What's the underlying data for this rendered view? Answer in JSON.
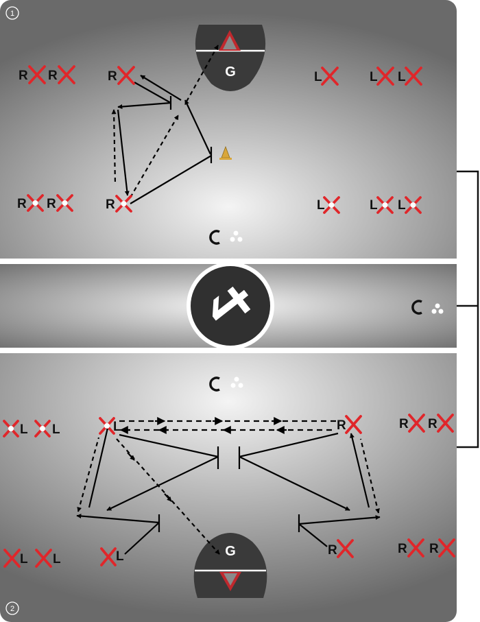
{
  "drill": {
    "panel1": {
      "number": "1",
      "goal_label": "G"
    },
    "panel2": {
      "number": "2",
      "goal_label": "G"
    },
    "side_labels": {
      "right": "R",
      "left": "L"
    },
    "colors": {
      "x_marker": "#e0262a",
      "line": "#000000",
      "goal_fill": "#3a3a3a",
      "goal_triangle": "#c0282d",
      "cone": "#d9a63a",
      "field_dark": "#6d6d6d",
      "field_light": "#f2f2f2"
    },
    "icons": [
      "x-marker-icon",
      "ball-dot-icon",
      "coach-icon",
      "balls-icon",
      "cone-icon",
      "logo-icon",
      "goal-icon"
    ]
  }
}
